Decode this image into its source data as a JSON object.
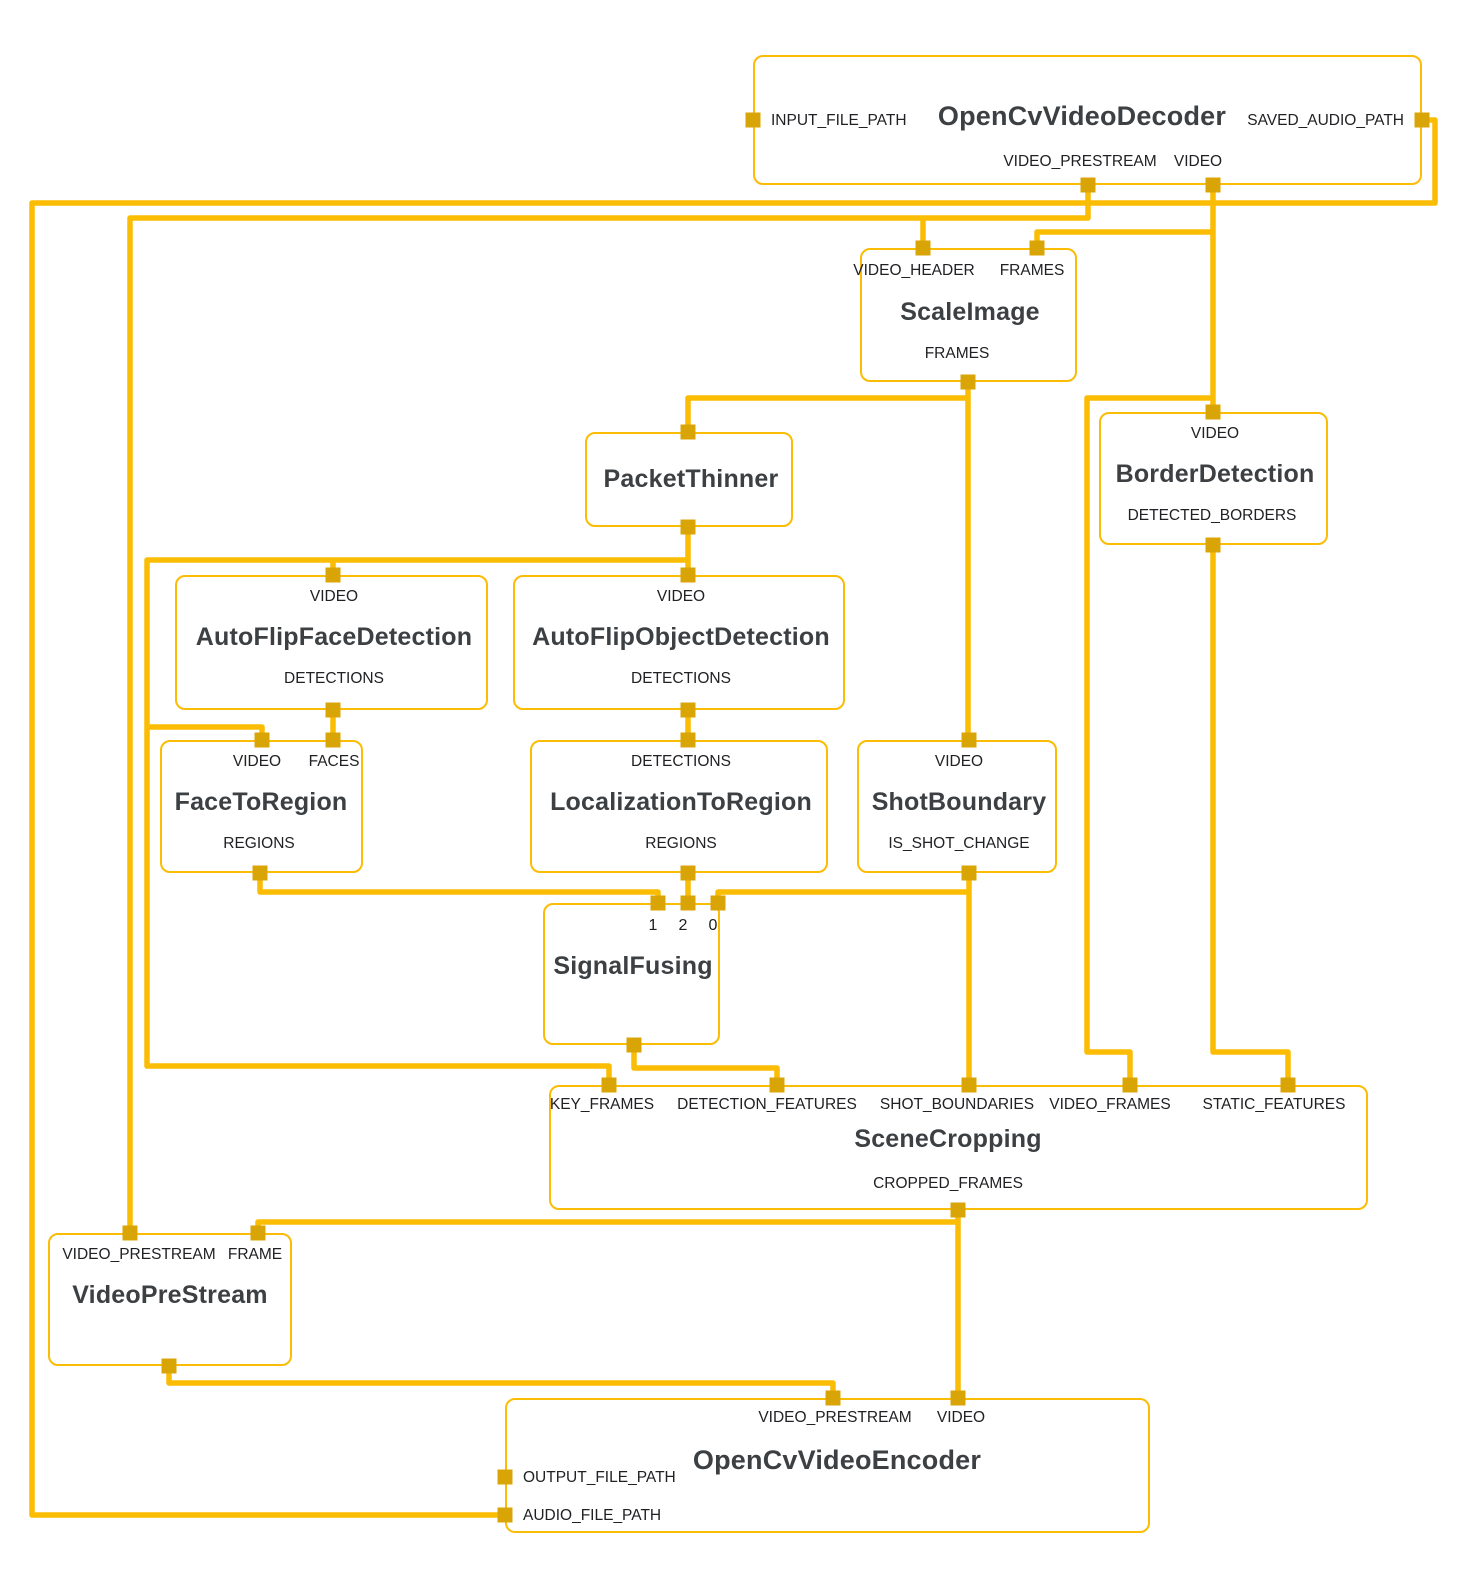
{
  "colors": {
    "edge": "#FBBC04",
    "node_border": "#FBBC04",
    "port": "#D9A406",
    "node_background": "#FFFFFF",
    "title_text": "#3C4043",
    "label_text": "#202124"
  },
  "nodes": {
    "decoder": {
      "title": "OpenCvVideoDecoder",
      "ports": {
        "input_file_path": "INPUT_FILE_PATH",
        "saved_audio_path": "SAVED_AUDIO_PATH",
        "video_prestream": "VIDEO_PRESTREAM",
        "video": "VIDEO"
      }
    },
    "scale_image": {
      "title": "ScaleImage",
      "ports": {
        "video_header": "VIDEO_HEADER",
        "frames_in": "FRAMES",
        "frames_out": "FRAMES"
      }
    },
    "packet_thinner": {
      "title": "PacketThinner"
    },
    "border_detection": {
      "title": "BorderDetection",
      "ports": {
        "video": "VIDEO",
        "detected_borders": "DETECTED_BORDERS"
      }
    },
    "face_detection": {
      "title": "AutoFlipFaceDetection",
      "ports": {
        "video": "VIDEO",
        "detections": "DETECTIONS"
      }
    },
    "object_detection": {
      "title": "AutoFlipObjectDetection",
      "ports": {
        "video": "VIDEO",
        "detections": "DETECTIONS"
      }
    },
    "face_to_region": {
      "title": "FaceToRegion",
      "ports": {
        "video": "VIDEO",
        "faces": "FACES",
        "regions": "REGIONS"
      }
    },
    "localization_to_region": {
      "title": "LocalizationToRegion",
      "ports": {
        "detections": "DETECTIONS",
        "regions": "REGIONS"
      }
    },
    "shot_boundary": {
      "title": "ShotBoundary",
      "ports": {
        "video": "VIDEO",
        "is_shot_change": "IS_SHOT_CHANGE"
      }
    },
    "signal_fusing": {
      "title": "SignalFusing",
      "ports": {
        "in1": "1",
        "in2": "2",
        "in0": "0"
      }
    },
    "scene_cropping": {
      "title": "SceneCropping",
      "ports": {
        "key_frames": "KEY_FRAMES",
        "detection_features": "DETECTION_FEATURES",
        "shot_boundaries": "SHOT_BOUNDARIES",
        "video_frames": "VIDEO_FRAMES",
        "static_features": "STATIC_FEATURES",
        "cropped_frames": "CROPPED_FRAMES"
      }
    },
    "video_pre_stream": {
      "title": "VideoPreStream",
      "ports": {
        "video_prestream": "VIDEO_PRESTREAM",
        "frame": "FRAME"
      }
    },
    "encoder": {
      "title": "OpenCvVideoEncoder",
      "ports": {
        "video_prestream": "VIDEO_PRESTREAM",
        "video": "VIDEO",
        "output_file_path": "OUTPUT_FILE_PATH",
        "audio_file_path": "AUDIO_FILE_PATH"
      }
    }
  }
}
